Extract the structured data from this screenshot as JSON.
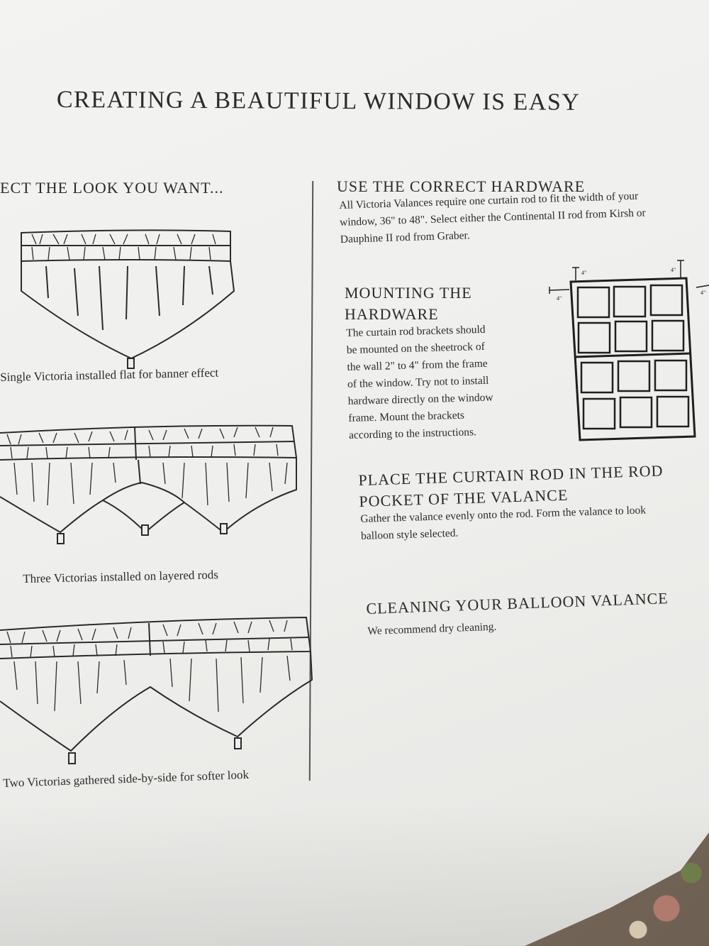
{
  "title": "CREATING A BEAUTIFUL WINDOW IS EASY",
  "left": {
    "heading": "ECT THE LOOK YOU WANT...",
    "captions": [
      "Single Victoria installed flat for banner effect",
      "Three Victorias installed on layered rods",
      "Two Victorias gathered side-by-side for softer look"
    ]
  },
  "hardware": {
    "heading": "USE THE CORRECT HARDWARE",
    "lines": [
      "All Victoria Valances require one curtain rod to fit the width of your",
      "window, 36\" to 48\". Select either the Continental II rod from Kirsh or",
      "Dauphine II rod from Graber."
    ]
  },
  "mounting": {
    "heading_lines": [
      "MOUNTING THE",
      "HARDWARE"
    ],
    "lines": [
      "The curtain rod brackets should",
      "be mounted on the sheetrock of",
      "the wall 2\" to 4\" from the frame",
      "of the window. Try not to install",
      "hardware directly on the window",
      "frame. Mount the brackets",
      "according to the instructions."
    ],
    "diagram_labels": {
      "top_left": "4\"",
      "top_right": "4\"",
      "left": "4\"",
      "right": "4\""
    }
  },
  "place": {
    "heading_lines": [
      "PLACE THE CURTAIN ROD IN THE ROD",
      "POCKET OF THE VALANCE"
    ],
    "lines": [
      "Gather the valance evenly onto the rod. Form the valance to look",
      "balloon style selected."
    ]
  },
  "cleaning": {
    "heading": "CLEANING YOUR BALLOON VALANCE",
    "line": "We recommend dry cleaning."
  }
}
